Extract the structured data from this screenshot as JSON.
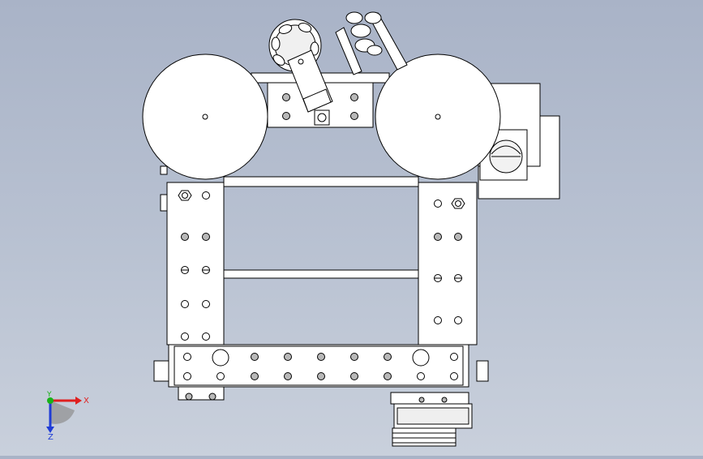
{
  "viewport": {
    "background_top": "#a9b3c7",
    "background_bottom": "#c9d0dc",
    "part_fill": "#ffffff",
    "line_color": "#000000",
    "hole_fill": "#b8b8b8"
  },
  "triad": {
    "x_label": "X",
    "y_label": "Y",
    "z_label": "Z",
    "x_color": "#e01f1f",
    "y_color": "#19b219",
    "z_color": "#1f3cd6"
  },
  "parts": [
    "left-wheel",
    "right-wheel",
    "omni-wheel",
    "servo-arm",
    "clamp-mechanism",
    "left-vertical-beam",
    "right-vertical-beam",
    "top-crossbar",
    "bottom-crossbar",
    "middle-rod",
    "top-rod",
    "side-bracket",
    "motor-assembly"
  ]
}
